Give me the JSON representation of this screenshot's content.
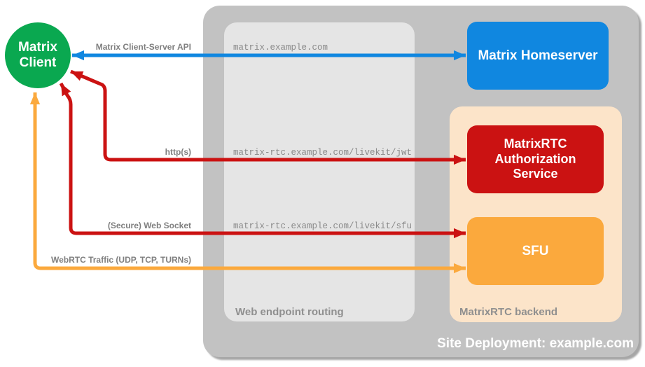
{
  "diagram": {
    "nodes": {
      "client": "Matrix Client",
      "homeserver": "Matrix Homeserver",
      "auth_service": "MatrixRTC Authorization Service",
      "sfu": "SFU"
    },
    "containers": {
      "deployment": "Site Deployment: example.com",
      "routing": "Web endpoint routing",
      "backend": "MatrixRTC backend"
    },
    "endpoints": {
      "homeserver": "matrix.example.com",
      "jwt": "matrix-rtc.example.com/livekit/jwt",
      "sfu": "matrix-rtc.example.com/livekit/sfu"
    },
    "arrow_labels": {
      "client_server_api": "Matrix Client-Server API",
      "https": "http(s)",
      "websocket": "(Secure) Web Socket",
      "webrtc": "WebRTC Traffic (UDP, TCP, TURNs)"
    },
    "colors": {
      "client_green": "#0AA850",
      "homeserver_blue": "#1087E0",
      "auth_red": "#CB1212",
      "sfu_orange": "#FBA93D",
      "backend_peach": "#FCE4C9",
      "deployment_gray": "#C2C2C2",
      "routing_gray": "#E5E5E5",
      "label_gray": "#7F7F7F"
    }
  }
}
